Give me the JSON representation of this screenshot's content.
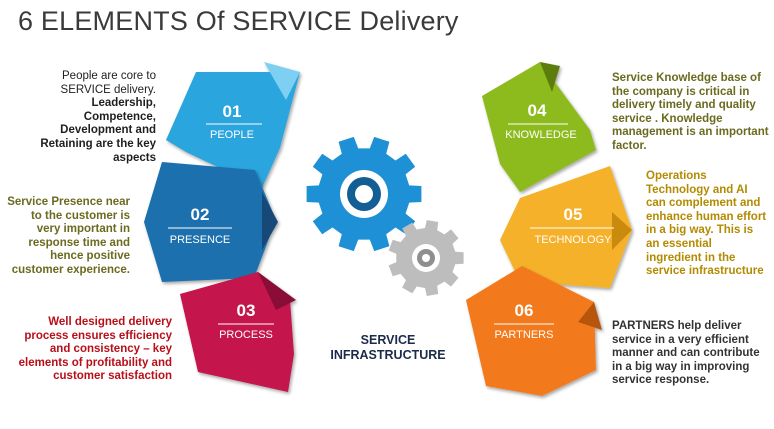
{
  "title": "6 ELEMENTS Of SERVICE Delivery",
  "center_label": [
    "SERVICE",
    "INFRASTRUCTURE"
  ],
  "elements": [
    {
      "number": "01",
      "label": "PEOPLE",
      "color": "#2aa5de"
    },
    {
      "number": "02",
      "label": "PRESENCE",
      "color": "#1f6fae"
    },
    {
      "number": "03",
      "label": "PROCESS",
      "color": "#c4124e"
    },
    {
      "number": "04",
      "label": "KNOWLEDGE",
      "color": "#8dba1c"
    },
    {
      "number": "05",
      "label": "TECHNOLOGY",
      "color": "#f5b12a"
    },
    {
      "number": "06",
      "label": "PARTNERS",
      "color": "#f37a1f"
    }
  ],
  "descriptions": {
    "people_plain": "People are core to SERVICE delivery.",
    "people_bold": "Leadership, Competence, Development and Retaining are the key aspects",
    "presence": "Service Presence near to the customer is very important in response time and hence positive customer experience.",
    "process": "Well designed delivery process ensures efficiency and consistency – key elements of profitability and customer satisfaction",
    "knowledge": "Service Knowledge base of the company  is critical in delivery timely and quality service . Knowledge management is an important factor.",
    "technology": "Operations Technology and AI can complement and enhance human effort in a big way. This is an essential ingredient in the service infrastructure",
    "partners": "PARTNERS help deliver service in a very efficient manner and can contribute in a big way in improving service response."
  },
  "gear_colors": {
    "large": "#1e90d6",
    "small": "#bdbdbd"
  }
}
